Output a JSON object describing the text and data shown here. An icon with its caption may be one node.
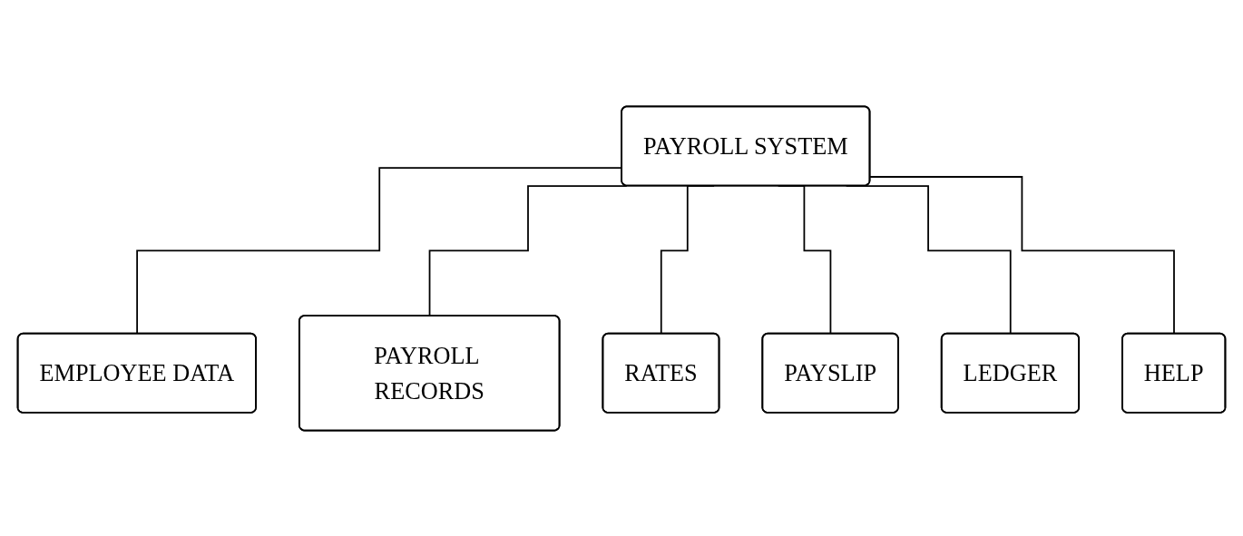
{
  "diagram": {
    "nodes": [
      {
        "text": [
          "PAYROLL SYSTEM"
        ]
      },
      {
        "text": [
          "EMPLOYEE DATA"
        ]
      },
      {
        "text": [
          "PAYROLL RECORDS"
        ]
      },
      {
        "text": [
          "RATES"
        ]
      },
      {
        "text": [
          "PAYSLIP"
        ]
      },
      {
        "text": [
          "LEDGER"
        ]
      },
      {
        "text": [
          "HELP"
        ]
      }
    ],
    "edges": [
      {
        "from": 0,
        "to": 1,
        "arrow": "none"
      },
      {
        "from": 0,
        "to": 2,
        "arrow": "none"
      },
      {
        "from": 0,
        "to": 3,
        "arrow": "none"
      },
      {
        "from": 0,
        "to": 4,
        "arrow": "none"
      },
      {
        "from": 0,
        "to": 5,
        "arrow": "none"
      },
      {
        "from": 0,
        "to": 6,
        "arrow": "none"
      }
    ]
  }
}
